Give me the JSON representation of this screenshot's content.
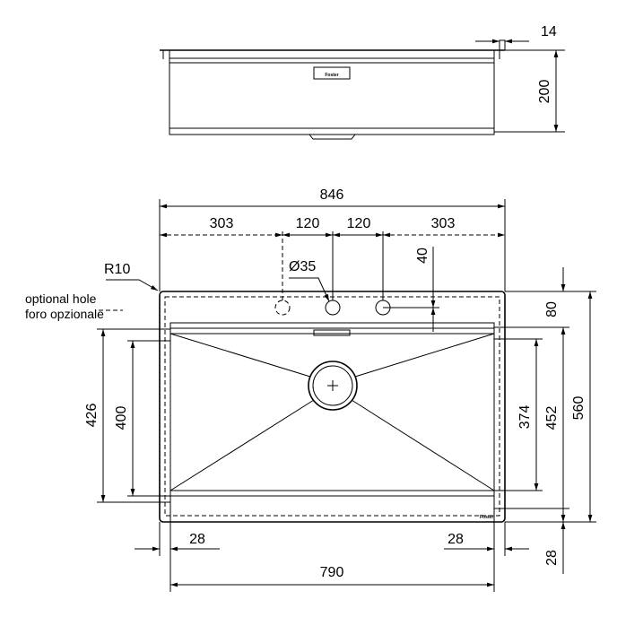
{
  "top_view": {
    "logo": "Foster",
    "dims": {
      "rim_thickness": "14",
      "depth": "200"
    }
  },
  "plan_view": {
    "radius_label": "R10",
    "legend": {
      "line1": "optional hole",
      "line2": "foro opzionale"
    },
    "hole_label": "Ø35",
    "logo": "Foster",
    "dims": {
      "overall_width": "846",
      "hole_spacing": [
        "303",
        "120",
        "120",
        "303"
      ],
      "hole_offset": "40",
      "top_margin": "80",
      "bowl_length": "452",
      "overall_depth": "560",
      "inner_374": "374",
      "left_426": "426",
      "left_400": "400",
      "side_left": "28",
      "side_right": "28",
      "bottom_margin": "28",
      "bowl_width": "790"
    }
  }
}
